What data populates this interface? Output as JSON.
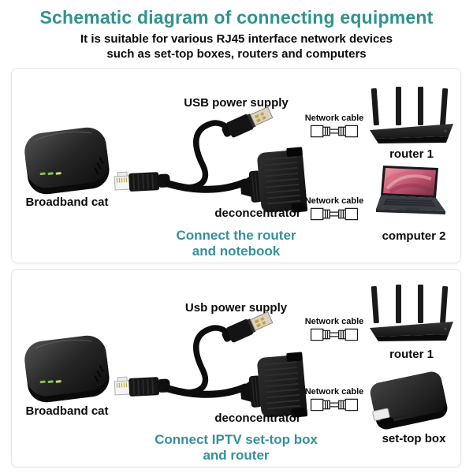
{
  "header": {
    "title": "Schematic diagram of connecting equipment",
    "subtitle_line1": "It is suitable for various RJ45 interface network devices",
    "subtitle_line2": "such as set-top boxes, routers and computers"
  },
  "colors": {
    "title_teal": "#2e948e",
    "caption_teal": "#35909c",
    "panel_border": "#e3e6e8",
    "label_black": "#0a0a0a"
  },
  "panel1": {
    "usb_label": "USB power supply",
    "modem_label": "Broadband cat",
    "splitter_label": "deconcentrator",
    "cable_top_label": "Network cable",
    "cable_bottom_label": "Network cable",
    "router_label": "router 1",
    "device_label": "computer 2",
    "caption_line1": "Connect the router",
    "caption_line2": "and notebook"
  },
  "panel2": {
    "usb_label": "Usb power supply",
    "modem_label": "Broadband cat",
    "splitter_label": "deconcentrator",
    "cable_top_label": "Network cable",
    "cable_bottom_label": "Network cable",
    "router_label": "router 1",
    "device_label": "set-top box",
    "caption_line1": "Connect IPTV set-top box",
    "caption_line2": "and router"
  }
}
